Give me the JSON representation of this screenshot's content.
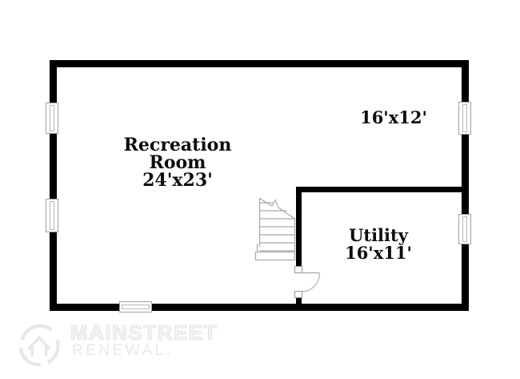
{
  "colors": {
    "wall": "#000000",
    "fixture_line": "#a8a8a8",
    "label_text": "#0d0d0d",
    "watermark": "#e8e8e8",
    "background": "#ffffff"
  },
  "floorplan": {
    "rooms": [
      {
        "id": "recreation-room",
        "name_line1": "Recreation",
        "name_line2": "Room",
        "dims": "24'x23'"
      },
      {
        "id": "open-area",
        "name_line1": "",
        "name_line2": "",
        "dims": "16'x12'"
      },
      {
        "id": "utility",
        "name_line1": "Utility",
        "name_line2": "",
        "dims": "16'x11'"
      }
    ],
    "fixtures": {
      "windows": 5,
      "staircase": "stair-treads-with-break-line",
      "door": "quarter-circle-swing"
    }
  },
  "watermark": {
    "brand": "MAINSTREET",
    "subtext": "RENEWAL."
  }
}
